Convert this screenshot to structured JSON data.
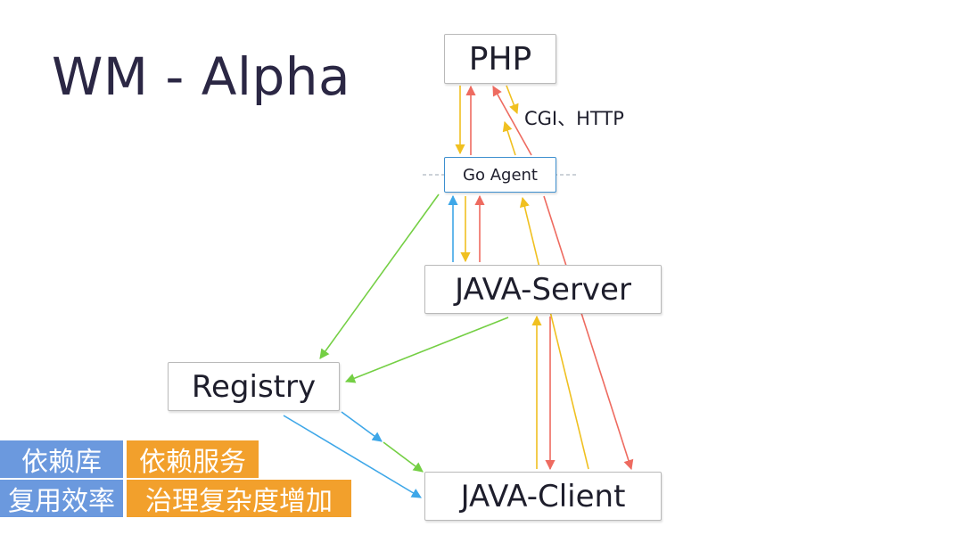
{
  "slide": {
    "title": "WM - Alpha"
  },
  "nodes": {
    "php": "PHP",
    "go_agent": "Go Agent",
    "java_server": "JAVA-Server",
    "registry": "Registry",
    "java_client": "JAVA-Client"
  },
  "edge_label": "CGI、HTTP",
  "tags": [
    {
      "text": "依赖库",
      "color": "#6b99de"
    },
    {
      "text": "依赖服务",
      "color": "#f2a02c"
    },
    {
      "text": "复用效率",
      "color": "#6b99de"
    },
    {
      "text": "治理复杂度增加",
      "color": "#f2a02c"
    }
  ],
  "colors": {
    "red": "#ee6b60",
    "yellow": "#f0c020",
    "green": "#74cf44",
    "blue": "#3ea7e8",
    "box_border": "#b9b9b9",
    "agent_border": "#3d8fcf"
  }
}
